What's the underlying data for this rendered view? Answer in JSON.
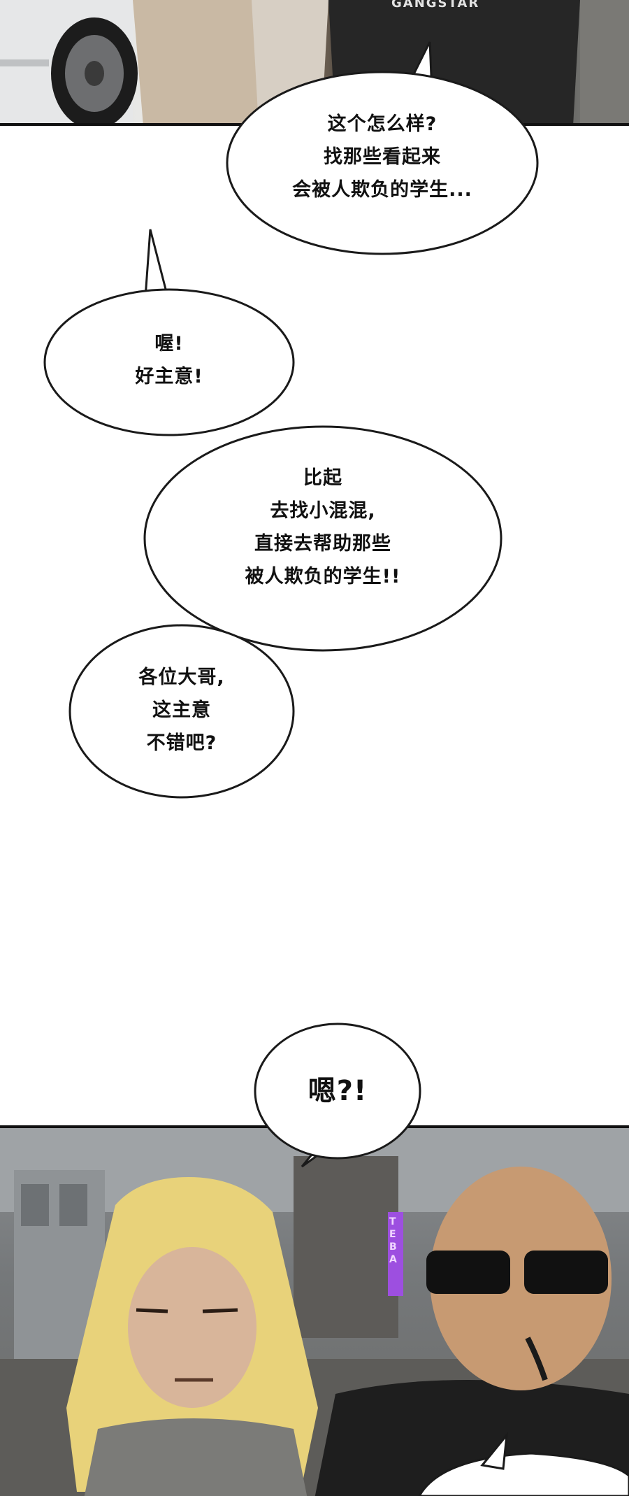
{
  "colors": {
    "bubble_fill": "#ffffff",
    "bubble_stroke": "#1a1a1a",
    "text": "#111111",
    "hair": "#e8d27a",
    "skin": "#d8b59a",
    "shirt_dark": "#1e1e1e",
    "shirt_grey": "#7b7b78",
    "sign_purple": "#9d4fe0"
  },
  "panels": {
    "top_sign_text": "GANGSTAR",
    "bottom_sign_text": "TEBA"
  },
  "bubbles": [
    {
      "id": "b1",
      "lines": [
        "这个怎么样?",
        "找那些看起来",
        "会被人欺负的学生..."
      ]
    },
    {
      "id": "b2",
      "lines": [
        "喔!",
        "好主意!"
      ]
    },
    {
      "id": "b3",
      "lines": [
        "比起",
        "去找小混混,",
        "直接去帮助那些",
        "被人欺负的学生!!"
      ]
    },
    {
      "id": "b4",
      "lines": [
        "各位大哥,",
        "这主意",
        "不错吧?"
      ]
    },
    {
      "id": "b5",
      "lines": [
        "嗯?!"
      ]
    }
  ]
}
